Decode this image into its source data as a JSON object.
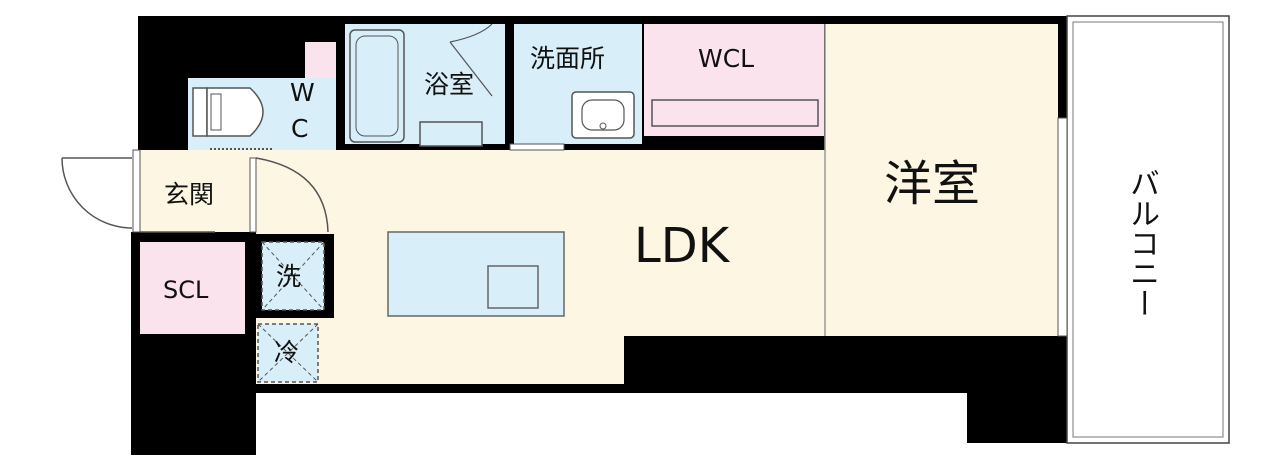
{
  "rooms": {
    "ldk": "LDK",
    "western": "洋室",
    "balcony": "バルコニー",
    "bath": "浴室",
    "washroom": "洗面所",
    "wcl": "WCL",
    "wc_top": "W",
    "wc_bottom": "C",
    "entrance": "玄関",
    "scl": "SCL",
    "washer": "洗",
    "fridge": "冷"
  },
  "colors": {
    "wall": "#000000",
    "floor": "#fdf6e3",
    "wet_area": "#d8eef8",
    "closet": "#fbe3ee",
    "fixture_stroke": "#555555"
  }
}
